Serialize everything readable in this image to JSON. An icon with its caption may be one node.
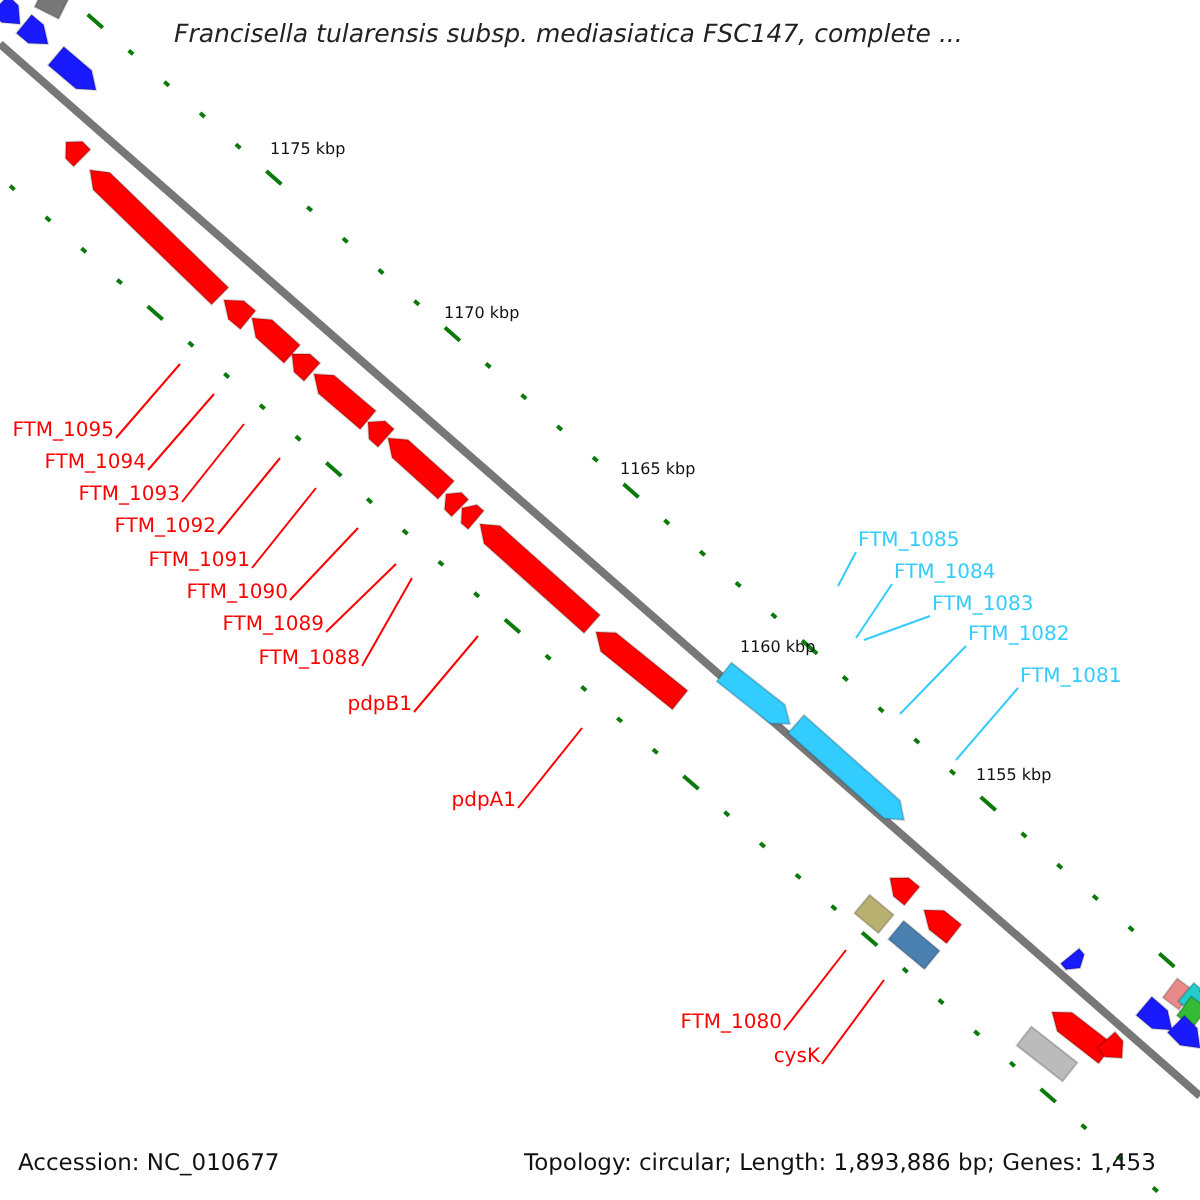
{
  "diagram": {
    "title": "Francisella tularensis subsp. mediasiatica FSC147, complete ...",
    "nodes": [
      {
        "text": [
          "FTM_1095"
        ]
      },
      {
        "text": [
          "FTM_1094"
        ]
      },
      {
        "text": [
          "FTM_1093"
        ]
      },
      {
        "text": [
          "FTM_1092"
        ]
      },
      {
        "text": [
          "FTM_1091"
        ]
      },
      {
        "text": [
          "FTM_1090"
        ]
      },
      {
        "text": [
          "FTM_1089"
        ]
      },
      {
        "text": [
          "FTM_1088"
        ]
      },
      {
        "text": [
          "pdpB1"
        ]
      },
      {
        "text": [
          "pdpA1"
        ]
      },
      {
        "text": [
          "FTM_1085"
        ]
      },
      {
        "text": [
          "FTM_1084"
        ]
      },
      {
        "text": [
          "FTM_1083"
        ]
      },
      {
        "text": [
          "FTM_1082"
        ]
      },
      {
        "text": [
          "FTM_1081"
        ]
      },
      {
        "text": [
          "FTM_1080"
        ]
      },
      {
        "text": [
          "cysK"
        ]
      }
    ],
    "edges": [
      {
        "from": 0,
        "to": null,
        "arrow": "none"
      },
      {
        "from": 1,
        "to": null,
        "arrow": "none"
      },
      {
        "from": 2,
        "to": null,
        "arrow": "none"
      },
      {
        "from": 3,
        "to": null,
        "arrow": "none"
      },
      {
        "from": 4,
        "to": null,
        "arrow": "none"
      },
      {
        "from": 5,
        "to": null,
        "arrow": "none"
      },
      {
        "from": 6,
        "to": null,
        "arrow": "none"
      },
      {
        "from": 7,
        "to": null,
        "arrow": "none"
      },
      {
        "from": 8,
        "to": null,
        "arrow": "none"
      },
      {
        "from": 9,
        "to": null,
        "arrow": "none"
      },
      {
        "from": 10,
        "to": null,
        "arrow": "none",
        "color": "#33ccff"
      },
      {
        "from": 11,
        "to": null,
        "arrow": "none",
        "color": "#33ccff"
      },
      {
        "from": 12,
        "to": null,
        "arrow": "none",
        "color": "#33ccff"
      },
      {
        "from": 13,
        "to": null,
        "arrow": "none",
        "color": "#33ccff"
      },
      {
        "from": 14,
        "to": null,
        "arrow": "none",
        "color": "#33ccff"
      },
      {
        "from": 15,
        "to": null,
        "arrow": "none"
      },
      {
        "from": 16,
        "to": null,
        "arrow": "none"
      }
    ],
    "labels": [
      "1175 kbp",
      "1170 kbp",
      "1165 kbp",
      "1160 kbp",
      "1155 kbp",
      "Accession: NC_010677",
      "Topology: circular; Length: 1,893,886 bp; Genes: 1,453"
    ]
  }
}
